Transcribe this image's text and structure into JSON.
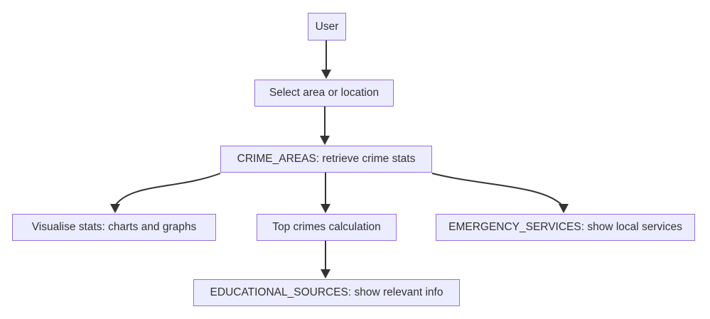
{
  "diagram": {
    "type": "flowchart",
    "direction": "top-down",
    "nodes": [
      {
        "id": "user",
        "label": "User"
      },
      {
        "id": "select_area",
        "label": "Select area or location"
      },
      {
        "id": "crime_areas",
        "label": "CRIME_AREAS: retrieve crime stats"
      },
      {
        "id": "visualise_stats",
        "label": "Visualise stats: charts and graphs"
      },
      {
        "id": "top_crimes",
        "label": "Top crimes calculation"
      },
      {
        "id": "emergency_services",
        "label": "EMERGENCY_SERVICES: show local services"
      },
      {
        "id": "educational_sources",
        "label": "EDUCATIONAL_SOURCES: show relevant info"
      }
    ],
    "edges": [
      {
        "from": "user",
        "to": "select_area"
      },
      {
        "from": "select_area",
        "to": "crime_areas"
      },
      {
        "from": "crime_areas",
        "to": "visualise_stats"
      },
      {
        "from": "crime_areas",
        "to": "top_crimes"
      },
      {
        "from": "crime_areas",
        "to": "emergency_services"
      },
      {
        "from": "top_crimes",
        "to": "educational_sources"
      }
    ],
    "colors": {
      "node_fill": "#ECECFF",
      "node_border": "#9370DB",
      "edge": "#333333",
      "text": "#333333",
      "background": "#FFFFFF"
    }
  }
}
